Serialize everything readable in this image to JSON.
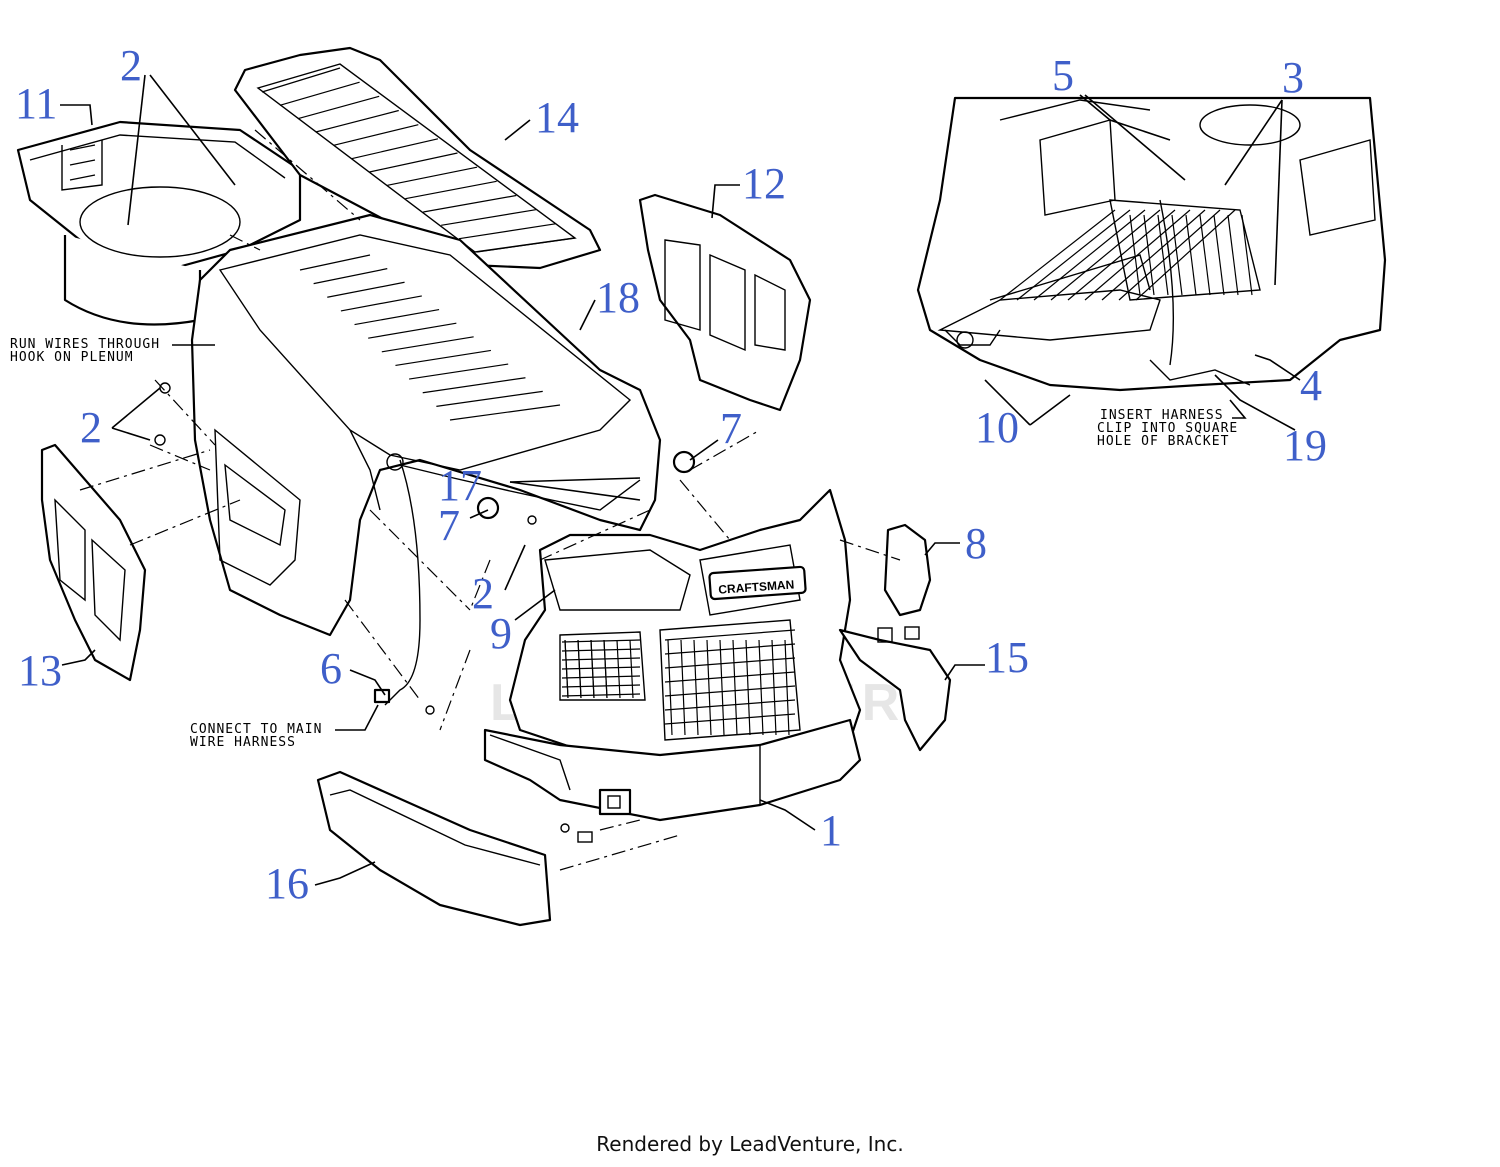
{
  "callouts": [
    "1",
    "2",
    "3",
    "4",
    "5",
    "6",
    "7",
    "8",
    "9",
    "10",
    "11",
    "12",
    "13",
    "14",
    "15",
    "16",
    "17",
    "18",
    "19"
  ],
  "notes": {
    "plenum_line1": "RUN WIRES THROUGH",
    "plenum_line2": "HOOK ON PLENUM",
    "harness_line1": "CONNECT TO MAIN",
    "harness_line2": "WIRE HARNESS",
    "clip_line1": "INSERT HARNESS",
    "clip_line2": "CLIP INTO SQUARE",
    "clip_line3": "HOLE OF BRACKET"
  },
  "grille_badge": "CRAFTSMAN",
  "watermark": "LEADVENTURE",
  "footer": "Rendered by LeadVenture, Inc.",
  "colors": {
    "callout": "#3f5fc9",
    "line": "#000000",
    "watermark": "#e6e6e6"
  }
}
